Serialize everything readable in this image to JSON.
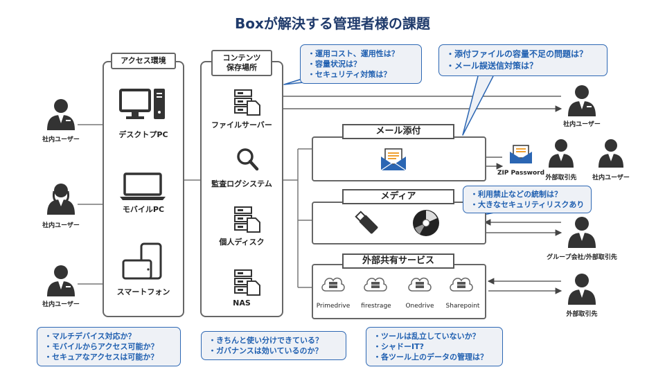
{
  "title": "Boxが解決する管理者様の課題",
  "panels": {
    "access": {
      "title": "アクセス環境",
      "items": [
        "デスクトプPC",
        "モバイルPC",
        "スマートフォン"
      ]
    },
    "storage": {
      "title_line1": "コンテンツ",
      "title_line2": "保存場所",
      "items": [
        "ファイルサーバー",
        "監査ログシステム",
        "個人ディスク",
        "NAS"
      ]
    },
    "mail": {
      "title": "メール添付",
      "zip_label": "ZIP Password"
    },
    "media": {
      "title": "メディア"
    },
    "external": {
      "title": "外部共有サービス",
      "services": [
        "Primedrive",
        "firestrage",
        "Onedrive",
        "Sharepoint"
      ]
    }
  },
  "people": {
    "left": [
      "社内ユーザー",
      "社内ユーザー",
      "社内ユーザー"
    ],
    "right_top": "社内ユーザー",
    "mail_partner": "外部取引先",
    "mail_user": "社内ユーザー",
    "group": "グループ会社/外部取引先",
    "external": "外部取引先"
  },
  "callouts": {
    "storage_top": [
      "・運用コスト、運用性は？",
      "・容量状況は？",
      "・セキュリティ対策は？"
    ],
    "mail_top": [
      "・添付ファイルの容量不足の問題は？",
      "・メール誤送信対策は？"
    ],
    "media": [
      "・利用禁止などの統制は？",
      "・大きなセキュリティリスクあり"
    ],
    "access_bottom": [
      "・マルチデバイス対応か？",
      "・モバイルからアクセス可能か？",
      "・セキュアなアクセスは可能か？"
    ],
    "storage_bottom": [
      "・きちんと使い分けできている？",
      "・ガバナンスは効いているのか？"
    ],
    "external_bottom": [
      "・ツールは乱立していないか？",
      "・シャドーIT?",
      "・各ツール上のデータの管理は？"
    ]
  },
  "colors": {
    "title": "#1f3a6b",
    "callout_border": "#2b66b3",
    "callout_text": "#1f5fb0",
    "callout_bg": "#eef1f6",
    "icon": "#333333"
  }
}
